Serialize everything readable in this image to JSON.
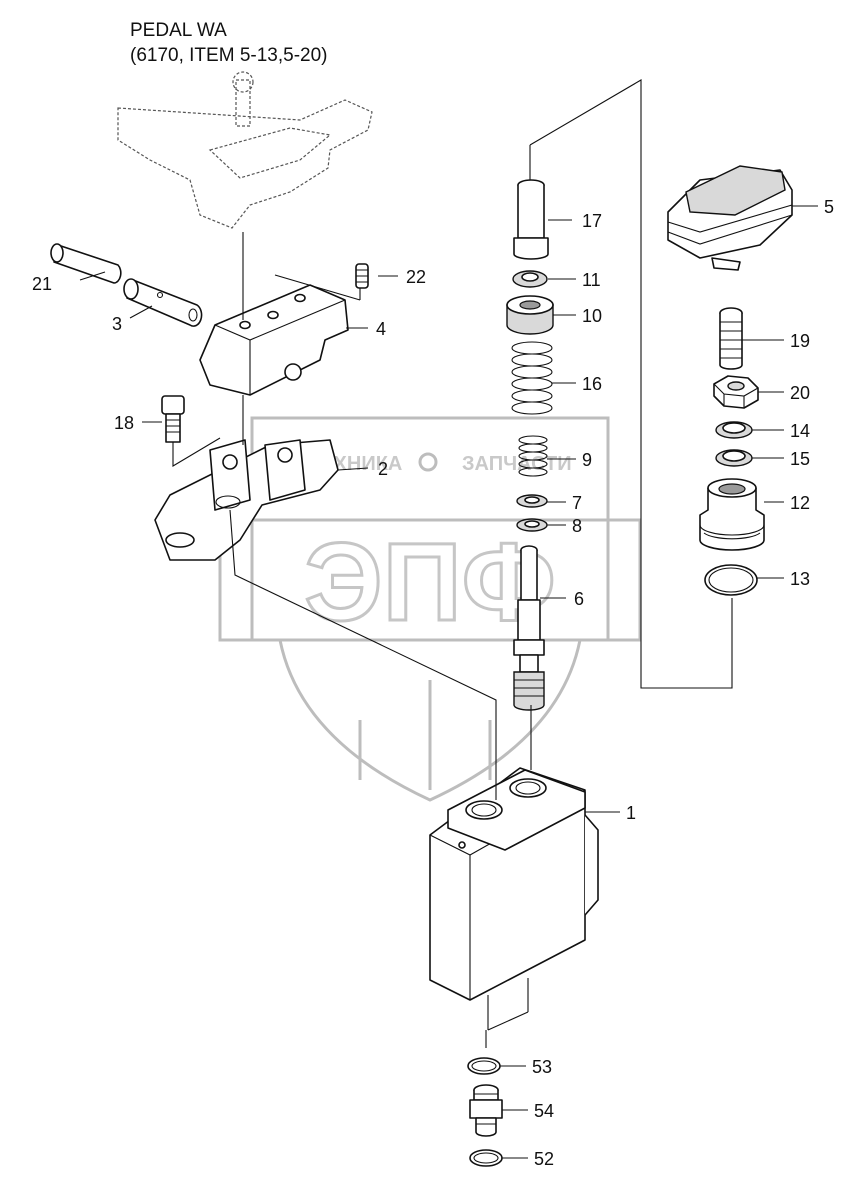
{
  "title": {
    "line1": "PEDAL WA",
    "line2": "(6170, ITEM 5-13,5-20)"
  },
  "watermark": {
    "line1": "ТЕХНИКА",
    "line2": "ЗАПЧАСТИ",
    "logo": "ЭПФ"
  },
  "callouts": {
    "p1": "1",
    "p2": "2",
    "p3": "3",
    "p4": "4",
    "p5": "5",
    "p6": "6",
    "p7": "7",
    "p8": "8",
    "p9": "9",
    "p10": "10",
    "p11": "11",
    "p12": "12",
    "p13": "13",
    "p14": "14",
    "p15": "15",
    "p16": "16",
    "p17": "17",
    "p18": "18",
    "p19": "19",
    "p20": "20",
    "p21": "21",
    "p22": "22",
    "p52": "52",
    "p53": "53",
    "p54": "54"
  }
}
